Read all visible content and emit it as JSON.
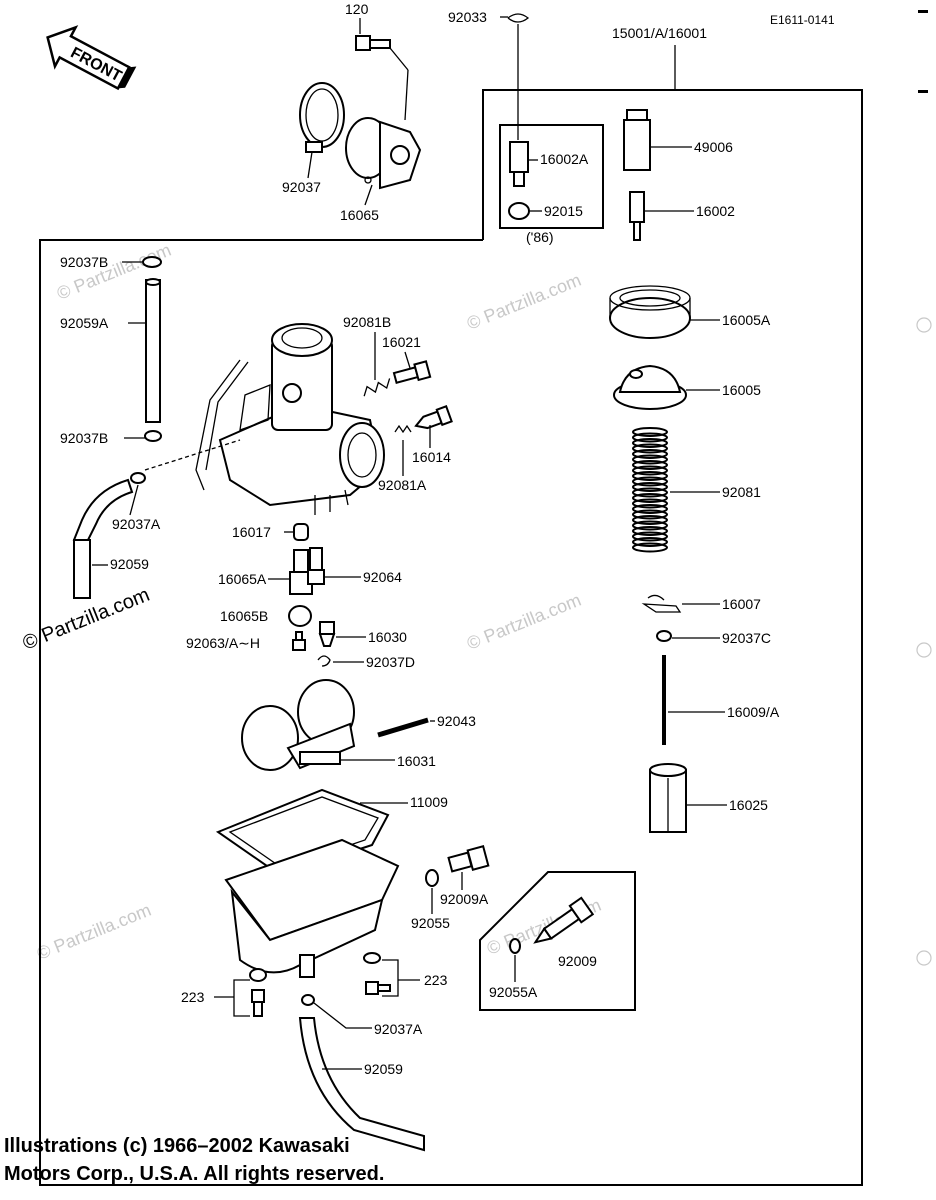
{
  "diagram_code": "E1611-0141",
  "front_arrow": "FRONT",
  "assembly_ref": "15001/A/16001",
  "year_note": "('86)",
  "copyright": "© Partzilla.com",
  "watermark": "© Partzilla.com",
  "footer": {
    "line1": "Illustrations (c) 1966–2002 Kawasaki",
    "line2": "Motors Corp., U.S.A.  All rights reserved."
  },
  "labels": {
    "p120": "120",
    "p92033": "92033",
    "p92037": "92037",
    "p16065": "16065",
    "p16002A": "16002A",
    "p92015": "92015",
    "p49006": "49006",
    "p16002": "16002",
    "p92037B_top": "92037B",
    "p92059A": "92059A",
    "p92081B": "92081B",
    "p16021": "16021",
    "p16005A": "16005A",
    "p16005": "16005",
    "p92037B_low": "92037B",
    "p16014": "16014",
    "p92081A": "92081A",
    "p92037A_up": "92037A",
    "p92081": "92081",
    "p16017": "16017",
    "p92059_up": "92059",
    "p16065A": "16065A",
    "p92064": "92064",
    "p16007": "16007",
    "p16065B": "16065B",
    "p92063": "92063/A∼H",
    "p16030": "16030",
    "p92037C": "92037C",
    "p92037D": "92037D",
    "p16009A": "16009/A",
    "p92043": "92043",
    "p16031": "16031",
    "p16025": "16025",
    "p11009": "11009",
    "p92009A": "92009A",
    "p92055": "92055",
    "p92009": "92009",
    "p92055A": "92055A",
    "p223_left": "223",
    "p223_right": "223",
    "p92037A_low": "92037A",
    "p92059_low": "92059"
  }
}
